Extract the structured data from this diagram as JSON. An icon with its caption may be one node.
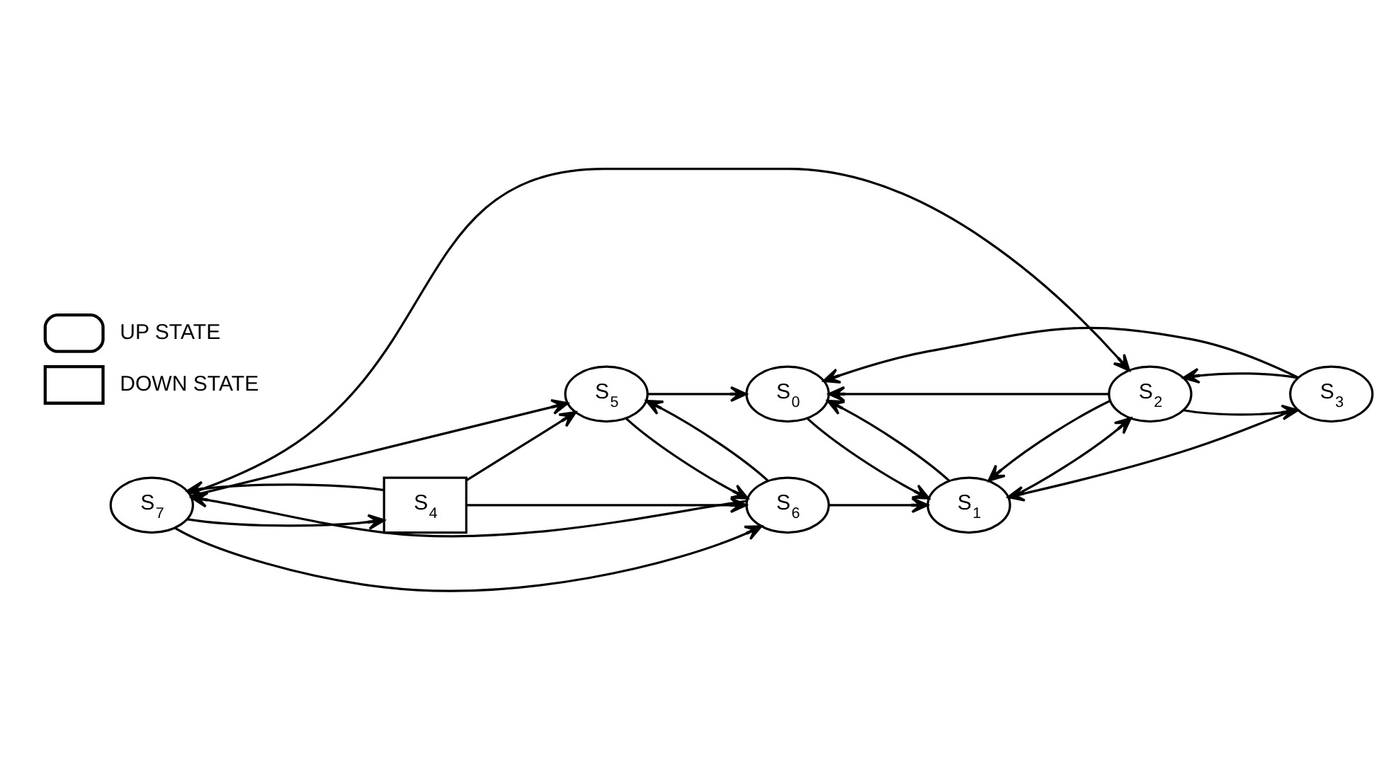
{
  "diagram": {
    "nodes": [
      {
        "text": [
          "S$_{0}$"
        ]
      },
      {
        "text": [
          "S$_{1}$"
        ]
      },
      {
        "text": [
          "S$_{2}$"
        ]
      },
      {
        "text": [
          "S$_{3}$"
        ]
      },
      {
        "text": [
          "S$_{4}$"
        ]
      },
      {
        "text": [
          "S$_{5}$"
        ]
      },
      {
        "text": [
          "S$_{6}$"
        ]
      },
      {
        "text": [
          "S$_{7}$"
        ]
      }
    ],
    "edges": [
      {
        "from": 6,
        "to": 1,
        "arrow": "to"
      },
      {
        "from": 5,
        "to": 0,
        "arrow": "to"
      },
      {
        "from": 7,
        "to": 2,
        "arrow": "to"
      },
      {
        "from": 0,
        "to": 1,
        "arrow": "to"
      },
      {
        "from": 1,
        "to": 0,
        "arrow": "to"
      },
      {
        "from": 3,
        "to": 0,
        "arrow": "to"
      },
      {
        "from": 3,
        "to": 1,
        "arrow": "to"
      },
      {
        "from": 2,
        "to": 0,
        "arrow": "to"
      },
      {
        "from": 3,
        "to": 2,
        "arrow": "to"
      },
      {
        "from": 2,
        "to": 3,
        "arrow": "to"
      },
      {
        "from": 1,
        "to": 2,
        "arrow": "to"
      },
      {
        "from": 2,
        "to": 1,
        "arrow": "to"
      },
      {
        "from": 6,
        "to": 5,
        "arrow": "to"
      },
      {
        "from": 5,
        "to": 6,
        "arrow": "to"
      },
      {
        "from": 4,
        "to": 5,
        "arrow": "to"
      },
      {
        "from": 4,
        "to": 6,
        "arrow": "to"
      },
      {
        "from": 7,
        "to": 5,
        "arrow": "to"
      },
      {
        "from": 6,
        "to": 7,
        "arrow": "to"
      },
      {
        "from": 7,
        "to": 6,
        "arrow": "to"
      },
      {
        "from": 7,
        "to": 4,
        "arrow": "to"
      },
      {
        "from": 4,
        "to": 7,
        "arrow": "to"
      }
    ],
    "legend": [
      {
        "text": "UP STATE"
      },
      {
        "text": "DOWN STATE"
      }
    ]
  }
}
